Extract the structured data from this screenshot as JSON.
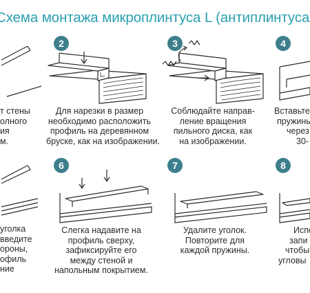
{
  "title": "Схема монтажа микроплинтуса L (антиплинтуса)",
  "steps": [
    {
      "number": "2",
      "lines": [
        "Для нарезки в размер",
        "необходимо расположить",
        "профиль на деревянном",
        "бруске, как на изображении."
      ]
    },
    {
      "number": "3",
      "lines": [
        "Соблюдайте направ-",
        "ление вращения",
        "пильного диска, как",
        "на изображении."
      ]
    },
    {
      "number": "4",
      "lines": [
        "Вставьте",
        "пружины",
        "через",
        "30-"
      ]
    },
    {
      "number": "6",
      "lines": [
        "Слегка надавите на",
        "профиль сверху,",
        "зафиксируйте его",
        "между стеной и",
        "напольным покрытием."
      ]
    },
    {
      "number": "7",
      "lines": [
        "Удалите уголок.",
        "Повторите для",
        "каждой пружины."
      ]
    },
    {
      "number": "8",
      "lines": [
        "Испо",
        "запи",
        "чтобы",
        "угловы"
      ]
    }
  ],
  "left_partial": {
    "top": [
      "т стены",
      "олного",
      "ия",
      "м."
    ],
    "bottom": [
      "уголка",
      "введите",
      "ороны,",
      "офиль",
      "ние"
    ]
  }
}
